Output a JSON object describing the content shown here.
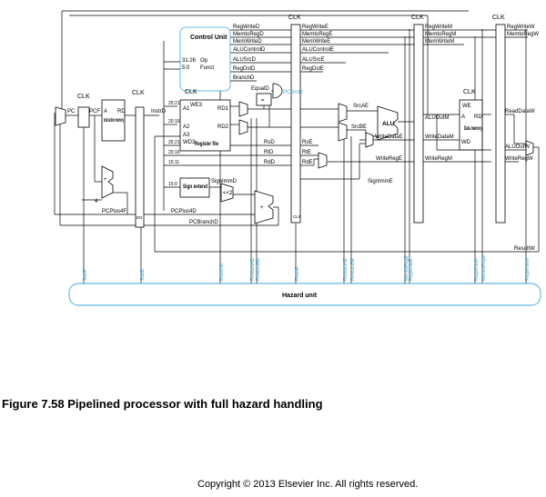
{
  "caption": "Figure 7.58 Pipelined processor with full hazard handling",
  "copyright": "Copyright © 2013 Elsevier Inc. All rights reserved.",
  "colors": {
    "control": "#3aa7d9",
    "hazard": "#3aa7d9",
    "wire": "#000000",
    "register": "#000000"
  },
  "clk": "CLK",
  "control": {
    "title": "Control Unit",
    "op": "Op",
    "funct": "Funct",
    "op_bits": "31:26",
    "funct_bits": "5:0",
    "signals_d": [
      "RegWriteD",
      "MemtoRegD",
      "MemWriteD",
      "ALUControlD",
      "ALUSrcD",
      "RegDstD",
      "BranchD"
    ]
  },
  "signals_e": [
    "RegWriteE",
    "MemtoRegE",
    "MemWriteE",
    "ALUControlE",
    "ALUSrcE",
    "RegDstE"
  ],
  "signals_m": [
    "RegWriteM",
    "MemtoRegM",
    "MemWriteM"
  ],
  "signals_w": [
    "RegWriteW",
    "MemtoRegW"
  ],
  "blocks": {
    "instr_mem": "Instruction memory",
    "reg_file": "Register file",
    "sign_extend": "Sign extend",
    "data_mem": "Data memory",
    "alu": "ALU",
    "hazard": "Hazard unit",
    "shift": "<<2",
    "plus": "+",
    "four": "4",
    "equal": "="
  },
  "ports": {
    "A": "A",
    "RD": "RD",
    "A1": "A1",
    "A2": "A2",
    "A3": "A3",
    "WD3": "WD3",
    "RD1": "RD1",
    "RD2": "RD2",
    "WE3": "WE3",
    "WE": "WE",
    "WD": "WD"
  },
  "labels": {
    "pc": "PC",
    "pcf": "PCF",
    "instrd": "InstrD",
    "pcplus4f": "PCPlus4F",
    "pcplus4d": "PCPlus4D",
    "pcbranchd": "PCBranchD",
    "pcsrcd": "PCSrcD",
    "equald": "EqualD",
    "rsd": "RsD",
    "rtd": "RtD",
    "rdd": "RdD",
    "rse": "RsE",
    "rte": "RtE",
    "rde": "RdE",
    "signimmd": "SignImmD",
    "signimme": "SignImmE",
    "srcae": "SrcAE",
    "srcbe": "SrcBE",
    "writedatae": "WriteDataE",
    "writerege": "WriteRegE",
    "aluoutm": "ALUOutM",
    "writedatam": "WriteDataM",
    "writeregm": "WriteRegM",
    "readdataw": "ReadDataW",
    "aluoutw": "ALUOutW",
    "writeregw": "WriteRegW",
    "resultw": "ResultW",
    "b25_21": "25:21",
    "b20_16": "20:16",
    "b15_11": "15:11",
    "b15_0": "15:0",
    "b25_21b": "25:21",
    "b20_16b": "20:16",
    "en": "EN",
    "clr": "CLR"
  },
  "hazard_signals": [
    "StallF",
    "StallD",
    "BranchD",
    "ForwardAD",
    "ForwardBD",
    "FlushE",
    "ForwardAE",
    "ForwardBE",
    "MemtoRegE",
    "RegWriteE",
    "RegWriteM",
    "MemtoRegM",
    "RegWriteW"
  ]
}
